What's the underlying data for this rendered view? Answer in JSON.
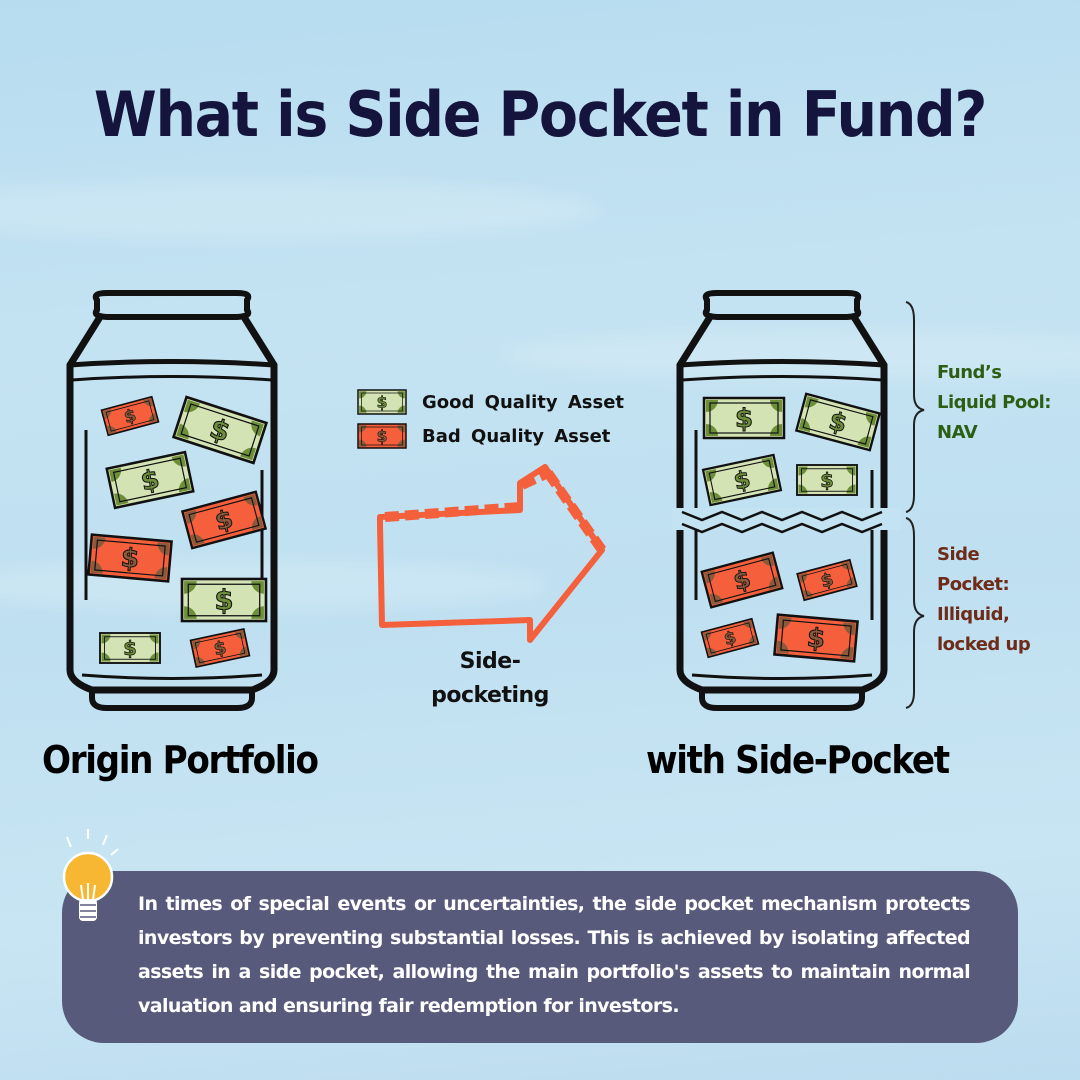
{
  "title": "What is Side Pocket in Fund?",
  "left_panel": {
    "caption": "Origin Portfolio",
    "bills": [
      "bad",
      "good",
      "good",
      "bad",
      "bad",
      "good",
      "good",
      "bad"
    ]
  },
  "legend": {
    "items": [
      {
        "label": "Good Quality Asset",
        "type": "good"
      },
      {
        "label": "Bad Quality Asset",
        "type": "bad"
      }
    ]
  },
  "arrow": {
    "label_line1": "Side-",
    "label_line2": "pocketing"
  },
  "right_panel": {
    "caption": "with Side-Pocket",
    "upper_label": [
      "Fund’s",
      "Liquid Pool:",
      "NAV"
    ],
    "lower_label": [
      "Side",
      "Pocket:",
      "Illiquid,",
      "locked up"
    ]
  },
  "info": {
    "text": "In times of special events or uncertainties, the side pocket mechanism protects investors by preventing substantial losses. This is achieved by isolating affected assets in a side pocket, allowing the main portfolio's assets to maintain normal valuation and ensuring fair redemption for investors."
  },
  "colors": {
    "title": "#14143c",
    "good_bill_fill": "#d4e3b3",
    "good_bill_accent": "#6e8f3a",
    "bad_bill_fill": "#f55f3c",
    "bad_bill_accent": "#8c5a3a",
    "arrow": "#f5603c",
    "upper_label": "#2c5e14",
    "lower_label": "#6e2b18",
    "info_box": "#585a7c",
    "bulb": "#f7b733"
  }
}
